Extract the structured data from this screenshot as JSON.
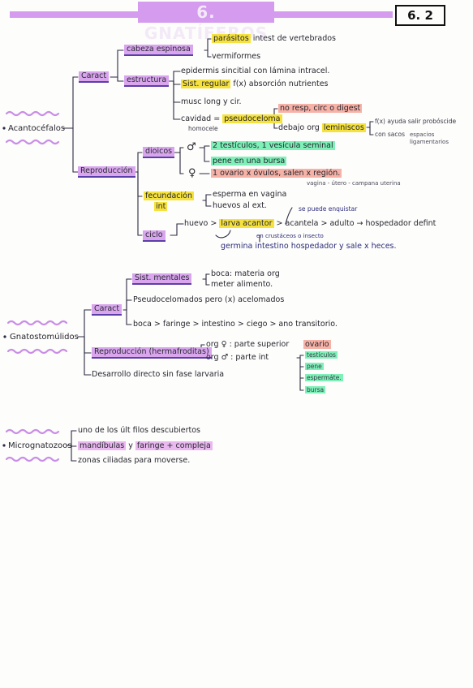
{
  "header": {
    "title": "6. GNATÍFEROS",
    "code": "6. 2"
  },
  "acanto": {
    "topic": "Acantocéfalos",
    "carac": "Caract",
    "cabeza": "cabeza espinosa",
    "parasitos": "parásitos",
    "parasitos_rest": "intest de vertebrados",
    "vermiformes": "vermiformes",
    "estructura": "estructura",
    "epidermis": "epidermis sincitial con lámina intracel.",
    "sist_reg": "Sist. regular",
    "sist_reg_rest": "f(x) absorción nutrientes",
    "musc": "musc long y cir.",
    "cavidad": "cavidad =",
    "pseudoceloma": "pseudoceloma",
    "homocele": "homocele",
    "no_resp": "no resp, circ o digest",
    "debajo": "debajo org",
    "leminiscos": "leminiscos",
    "fx_ayuda": "f(x) ayuda salir probóscide",
    "con_sacos": "con sacos",
    "sacos_rest": "espacios ligamentarios",
    "reproduccion": "Reproducción",
    "dioicos": "dioicos",
    "male_sym": "♂",
    "testiculos": "2 testículos, 1 vesícula seminal",
    "pene": "pene en una bursa",
    "female_sym": "♀",
    "ovario": "1 ovario x óvulos, salen x región.",
    "vagina": "vagina - útero - campana uterina",
    "fecundacion": "fecundación",
    "fec_int": "int",
    "esperma": "esperma en vagina",
    "huevos_ext": "huevos al ext.",
    "ciclo": "ciclo",
    "huevo": "huevo >",
    "larva": "larva acantor",
    "acantela": "> acantela >",
    "adulto": "adulto → hospedador defint",
    "se_puede": "se puede enquistar",
    "crustaceos": "en crustáceos o insecto",
    "germina": "germina intestino hospedador y sale x heces."
  },
  "gnato": {
    "topic": "Gnatostomúlidos",
    "carac": "Caract",
    "sist_mental": "Sist. mentales",
    "bucal": "boca: materia org",
    "meter": "meter alimento.",
    "pseudocel": "Pseudocelomados pero (x) acelomados",
    "boca_line": "boca > faringe > intestino > ciego > ano transitorio.",
    "reproduccion": "Reproducción (hermafroditas)",
    "org_f": "org ♀ : parte superior",
    "ovario": "ovario",
    "org_m": "org ♂ : parte int",
    "testiculos": "testículos",
    "pene": "pene",
    "esperma": "espermáte.",
    "bursa": "bursa",
    "desarrollo": "Desarrollo directo sin fase larvaria"
  },
  "micro": {
    "topic": "Micrognatozoos",
    "uno": "uno de los últ filos descubiertos",
    "mandibulas": "mandíbulas",
    "y": "y",
    "faringe": "faringe + compleja",
    "zonas": "zonas ciliadas para moverse."
  }
}
